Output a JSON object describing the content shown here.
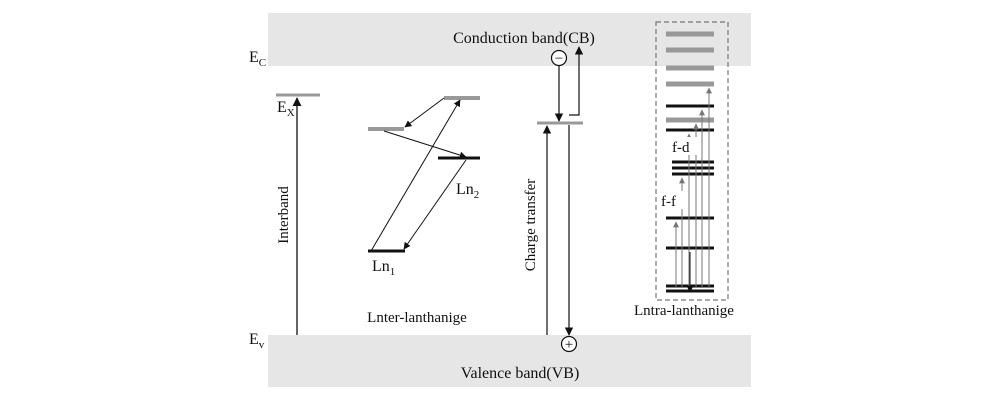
{
  "bands": {
    "conduction": "Conduction band(CB)",
    "valence": "Valence band(VB)"
  },
  "energy_labels": {
    "ec_main": "E",
    "ec_sub": "C",
    "ev_main": "E",
    "ev_sub": "v",
    "ex_main": "E",
    "ex_sub": "X"
  },
  "processes": {
    "interband": "Interband",
    "inter_lanthanide": "Lnter-lanthanige",
    "charge_transfer": "Charge transfer",
    "intra_lanthanide": "Lntra-lanthanige",
    "f_d": "f-d",
    "f_f": "f-f"
  },
  "levels": {
    "ln1_main": "Ln",
    "ln1_sub": "1",
    "ln2_main": "Ln",
    "ln2_sub": "2"
  },
  "carriers": {
    "electron": "−",
    "hole": "+"
  },
  "colors": {
    "band_fill": "#e6e6e6",
    "gray_level": "#999999",
    "black_level": "#111111",
    "dashed_box": "#777777"
  }
}
